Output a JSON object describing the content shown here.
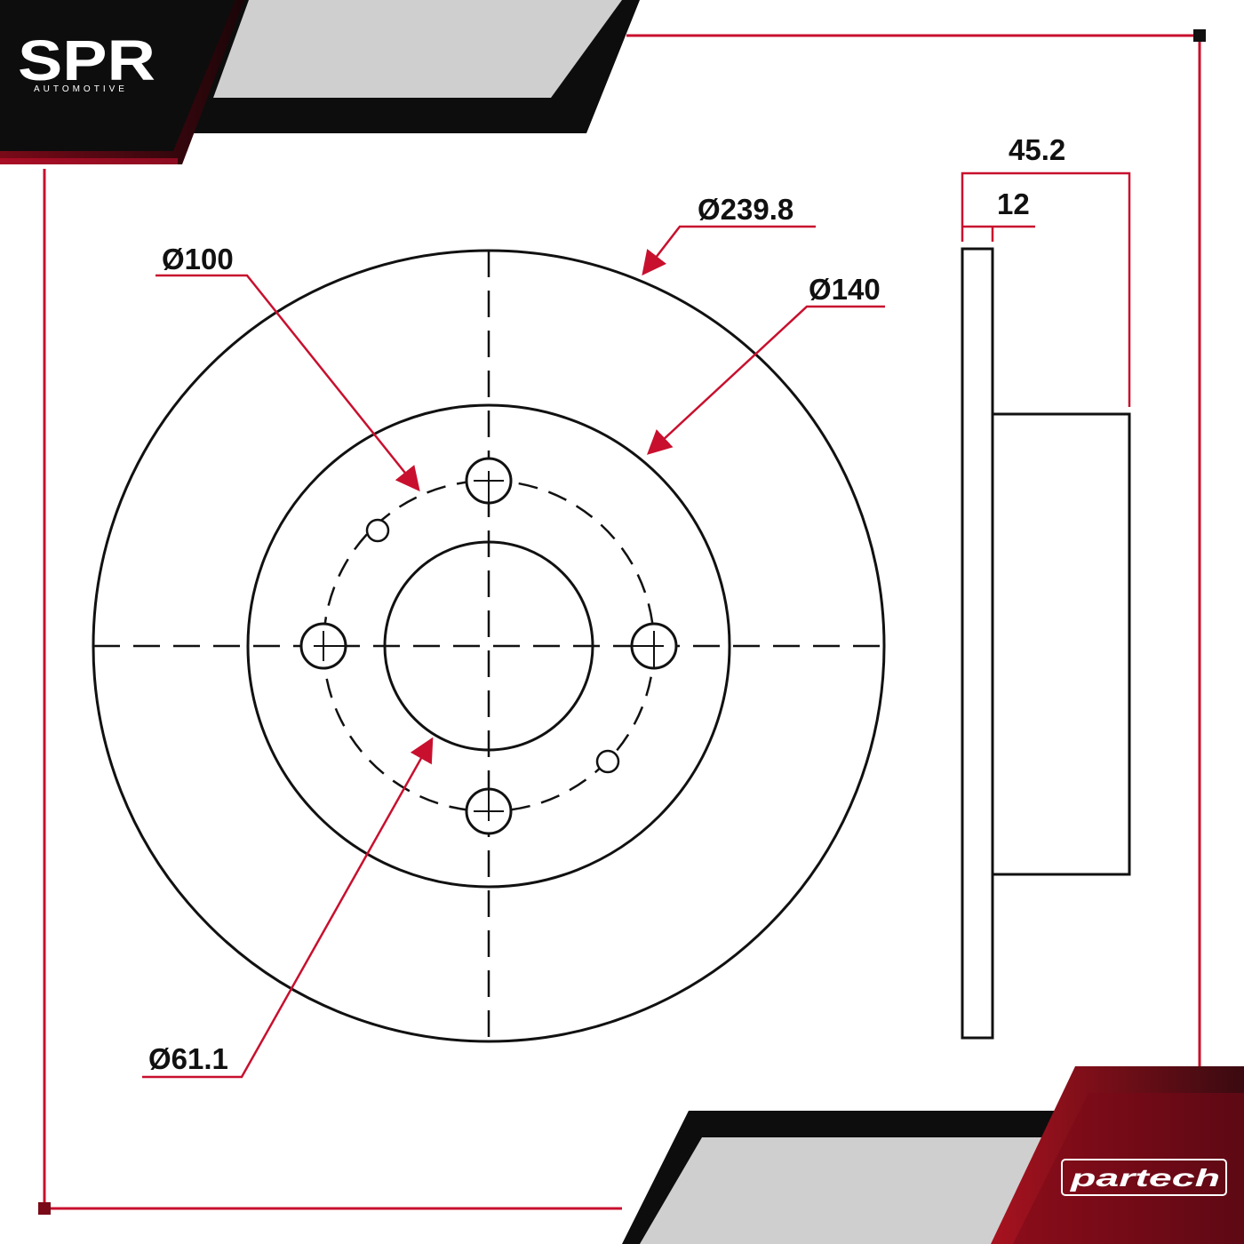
{
  "logo": {
    "top_left": {
      "name": "SPR",
      "subtitle": "AUTOMOTIVE"
    },
    "bottom_right": {
      "name": "partech"
    }
  },
  "dimensions": {
    "outer_diameter": "Ø239.8",
    "hub_diameter": "Ø140",
    "bolt_circle_diameter": "Ø100",
    "center_bore_diameter": "Ø61.1",
    "total_height": "45.2",
    "disc_thickness": "12"
  },
  "colors": {
    "accent": "#c8102e",
    "line": "#111111",
    "banner_dark": "#0d0d0d",
    "banner_gray": "#cfcfcf"
  }
}
